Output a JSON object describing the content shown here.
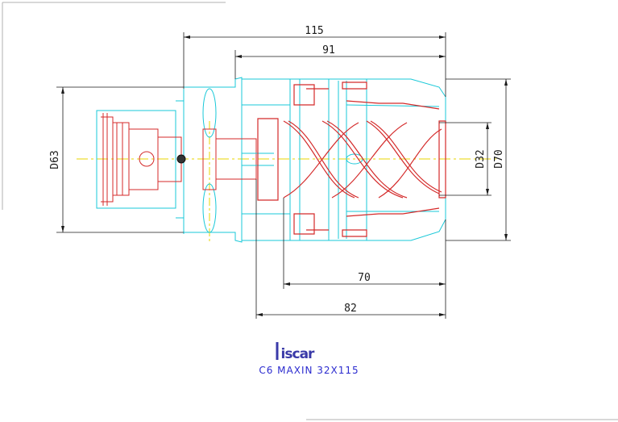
{
  "dimensions": {
    "overall_length": "115",
    "body_length": "91",
    "d63": "D63",
    "d32": "D32",
    "d70": "D70",
    "len_70": "70",
    "len_82": "82"
  },
  "logo": {
    "text": "iscar"
  },
  "caption": {
    "text": "C6 MAXIN 32X115"
  },
  "colors": {
    "cyan": "#19c8d8",
    "red": "#d42a2a",
    "dim": "#1a1a1a",
    "yellow": "#e8d600",
    "blue": "#2b2bcf"
  }
}
